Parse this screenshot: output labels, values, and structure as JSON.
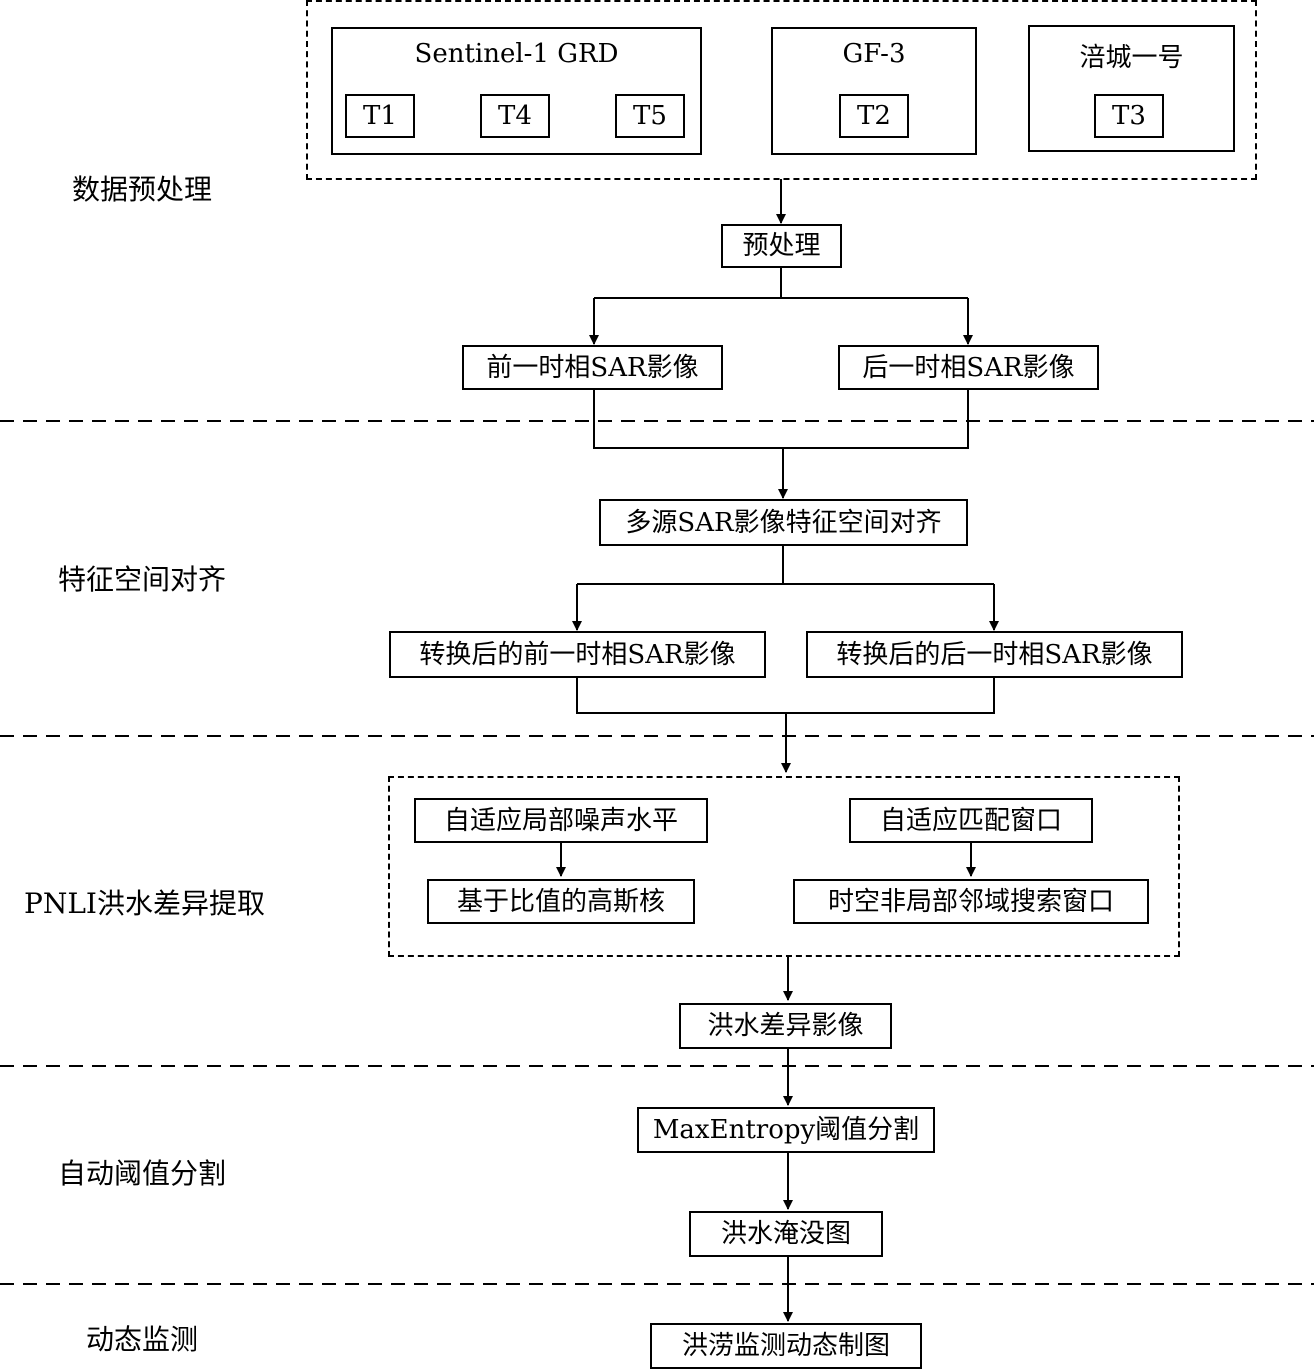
{
  "stages": [
    "数据预处理",
    "特征空间对齐",
    "PNLI洪水差异提取",
    "自动阈值分割",
    "动态监测"
  ],
  "sources": [
    {
      "title": "Sentinel-1 GRD",
      "items": [
        "T1",
        "T4",
        "T5"
      ]
    },
    {
      "title": "GF-3",
      "items": [
        "T2"
      ]
    },
    {
      "title": "涪城一号",
      "items": [
        "T3"
      ]
    }
  ],
  "nodes": {
    "preprocess": "预处理",
    "pre_sar": "前一时相SAR影像",
    "post_sar": "后一时相SAR影像",
    "align": "多源SAR影像特征空间对齐",
    "pre_converted": "转换后的前一时相SAR影像",
    "post_converted": "转换后的后一时相SAR影像",
    "noise": "自适应局部噪声水平",
    "ratio_kernel": "基于比值的高斯核",
    "match_window": "自适应匹配窗口",
    "search_window": "时空非局部邻域搜索窗口",
    "diff_image": "洪水差异影像",
    "threshold": "MaxEntropy阈值分割",
    "inundation": "洪水淹没图",
    "dynamic": "洪涝监测动态制图"
  }
}
